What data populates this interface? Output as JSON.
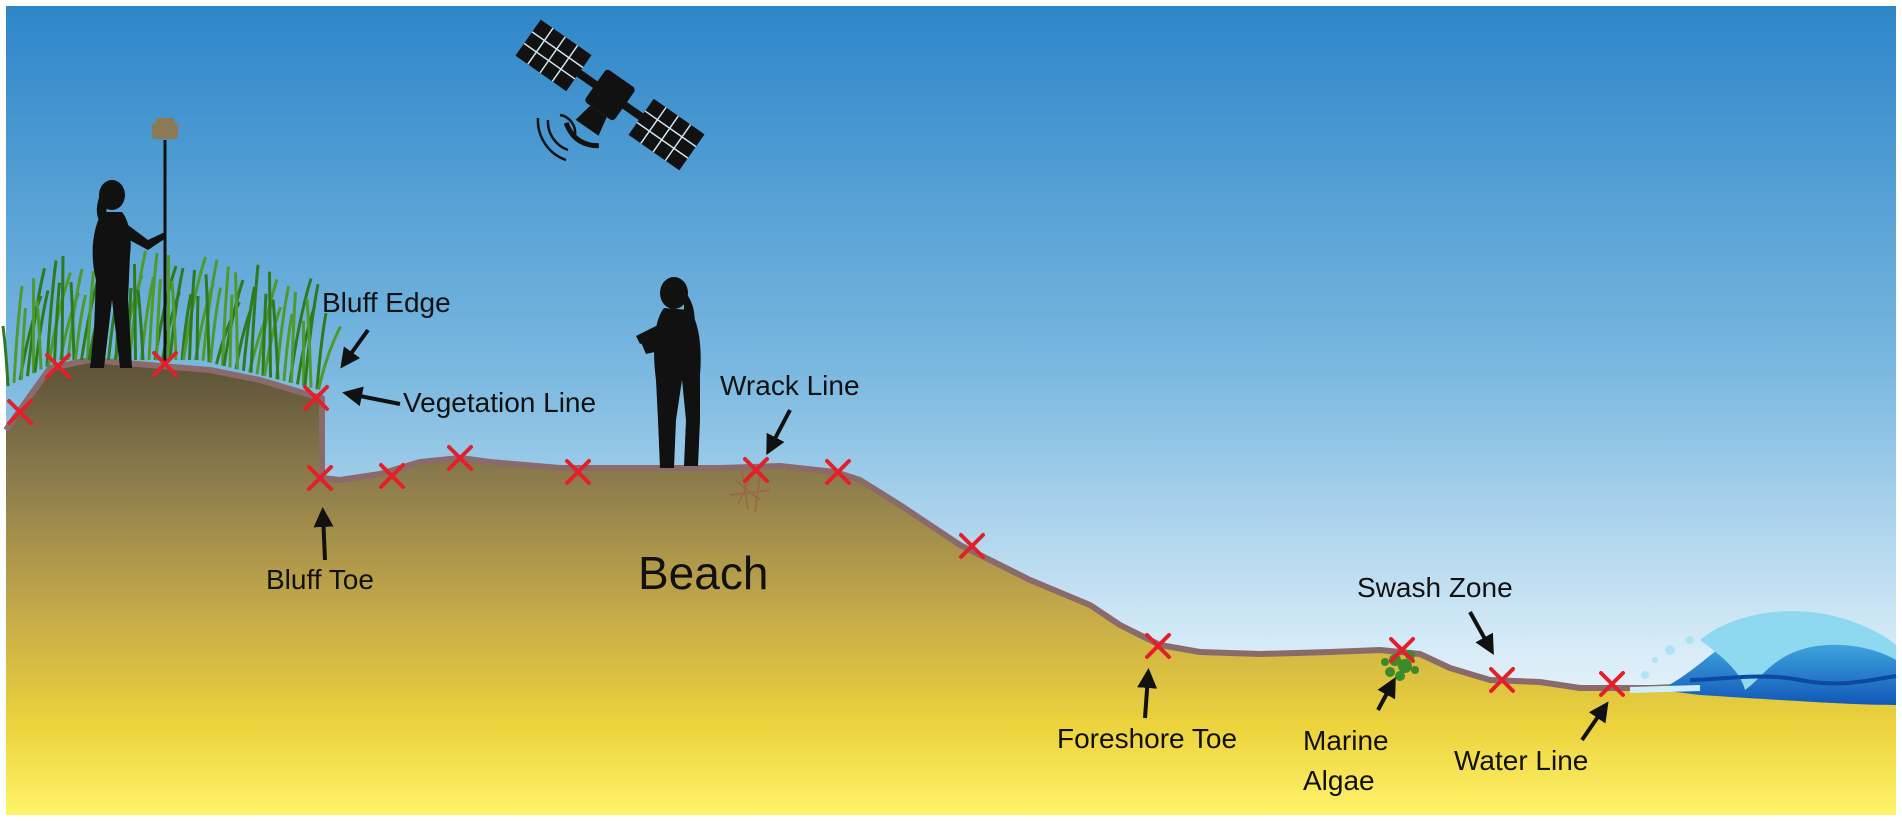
{
  "diagram": {
    "main_label": "Beach",
    "labels": {
      "bluff_edge": "Bluff Edge",
      "vegetation_line": "Vegetation Line",
      "bluff_toe": "Bluff Toe",
      "wrack_line": "Wrack Line",
      "swash_zone": "Swash Zone",
      "foreshore_toe": "Foreshore Toe",
      "marine_algae_1": "Marine",
      "marine_algae_2": "Algae",
      "water_line": "Water Line"
    },
    "icons": [
      "satellite-icon",
      "surveyor-with-gps-pole-icon",
      "person-with-clipboard-icon",
      "wave-icon",
      "beach-grass-icon",
      "survey-point-x-icon"
    ],
    "colors": {
      "sky_top": "#2e86c8",
      "sky_bottom": "#ffffff",
      "sand_top": "#6b6044",
      "sand_bottom": "#fff36a",
      "profile_line": "#8a6a6a",
      "marker": "#e3202a",
      "wave": "#1a7fd0"
    }
  }
}
